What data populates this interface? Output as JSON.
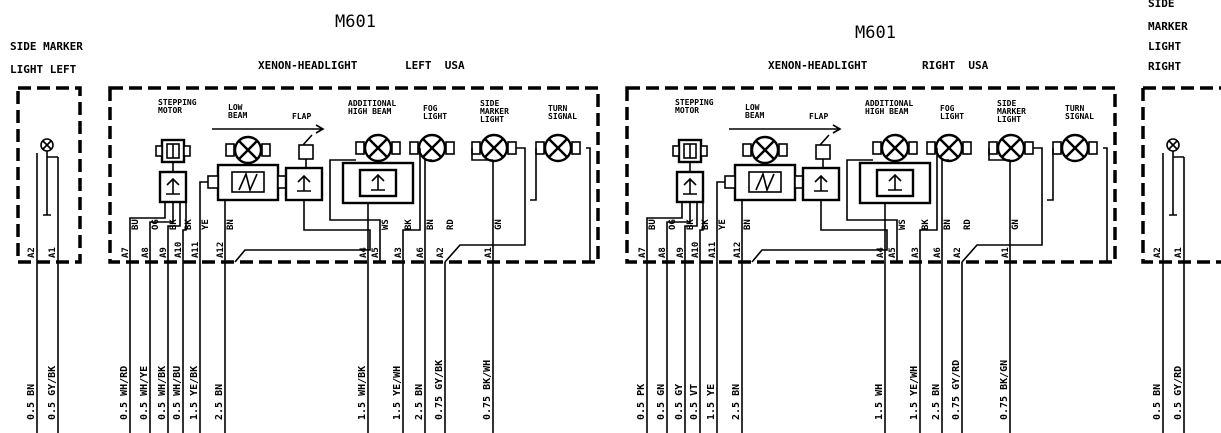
{
  "titles": {
    "left": "M601",
    "right": "M601"
  },
  "headers": {
    "side_marker_left": [
      "SIDE MARKER",
      "LIGHT LEFT"
    ],
    "headlight_left": "XENON-HEADLIGHT",
    "left_usa": "LEFT  USA",
    "headlight_right": "XENON-HEADLIGHT",
    "right_usa": "RIGHT  USA",
    "side_marker_right": [
      "SIDE",
      "MARKER",
      "LIGHT",
      "RIGHT"
    ]
  },
  "components": {
    "stepping_motor": [
      "STEPPING",
      "MOTOR"
    ],
    "low_beam": [
      "LOW",
      "BEAM"
    ],
    "flap": "FLAP",
    "additional_high_beam": [
      "ADDITIONAL",
      "HIGH BEAM"
    ],
    "fog_light": [
      "FOG",
      "LIGHT"
    ],
    "side_marker_light": [
      "SIDE",
      "MARKER",
      "LIGHT"
    ],
    "turn_signal": [
      "TURN",
      "SIGNAL"
    ]
  },
  "side_marker_left": {
    "pins": [
      "A2",
      "A1"
    ],
    "wires": [
      "0.5 BN",
      "0.5 GY/BK"
    ]
  },
  "headlight_left": {
    "pins": [
      {
        "pin": "A7",
        "color": "BU"
      },
      {
        "pin": "A8",
        "color": "OG"
      },
      {
        "pin": "A9",
        "color": "BK"
      },
      {
        "pin": "A10",
        "color": "BK"
      },
      {
        "pin": "A11",
        "color": "YE"
      },
      {
        "pin": "A12",
        "color": "BN"
      },
      {
        "pin": "A4",
        "color": ""
      },
      {
        "pin": "A5",
        "color": "WS"
      },
      {
        "pin": "A3",
        "color": "BK"
      },
      {
        "pin": "A6",
        "color": "BN"
      },
      {
        "pin": "A2",
        "color": "RD"
      },
      {
        "pin": "A1",
        "color": "GN"
      }
    ],
    "wires": [
      "0.5 WH/RD",
      "0.5 WH/YE",
      "0.5 WH/BK",
      "0.5 WH/BU",
      "1.5 YE/BK",
      "2.5 BN",
      "1.5 WH/BK",
      "1.5 YE/WH",
      "2.5 BN",
      "0.75 GY/BK",
      "0.75 BK/WH"
    ]
  },
  "headlight_right": {
    "pins": [
      {
        "pin": "A7",
        "color": "BU"
      },
      {
        "pin": "A8",
        "color": "OG"
      },
      {
        "pin": "A9",
        "color": "BK"
      },
      {
        "pin": "A10",
        "color": "BK"
      },
      {
        "pin": "A11",
        "color": "YE"
      },
      {
        "pin": "A12",
        "color": "BN"
      },
      {
        "pin": "A4",
        "color": ""
      },
      {
        "pin": "A5",
        "color": "WS"
      },
      {
        "pin": "A3",
        "color": "BK"
      },
      {
        "pin": "A6",
        "color": "BN"
      },
      {
        "pin": "A2",
        "color": "RD"
      },
      {
        "pin": "A1",
        "color": "GN"
      }
    ],
    "wires": [
      "0.5 PK",
      "0.5 GN",
      "0.5 GY",
      "0.5 VT",
      "1.5 YE",
      "2.5 BN",
      "1.5 WH",
      "1.5 YE/WH",
      "2.5 BN",
      "0.75 GY/RD",
      "0.75 BK/GN"
    ]
  },
  "side_marker_right": {
    "pins": [
      "A2",
      "A1"
    ],
    "wires": [
      "0.5 BN",
      "0.5 GY/RD"
    ]
  }
}
